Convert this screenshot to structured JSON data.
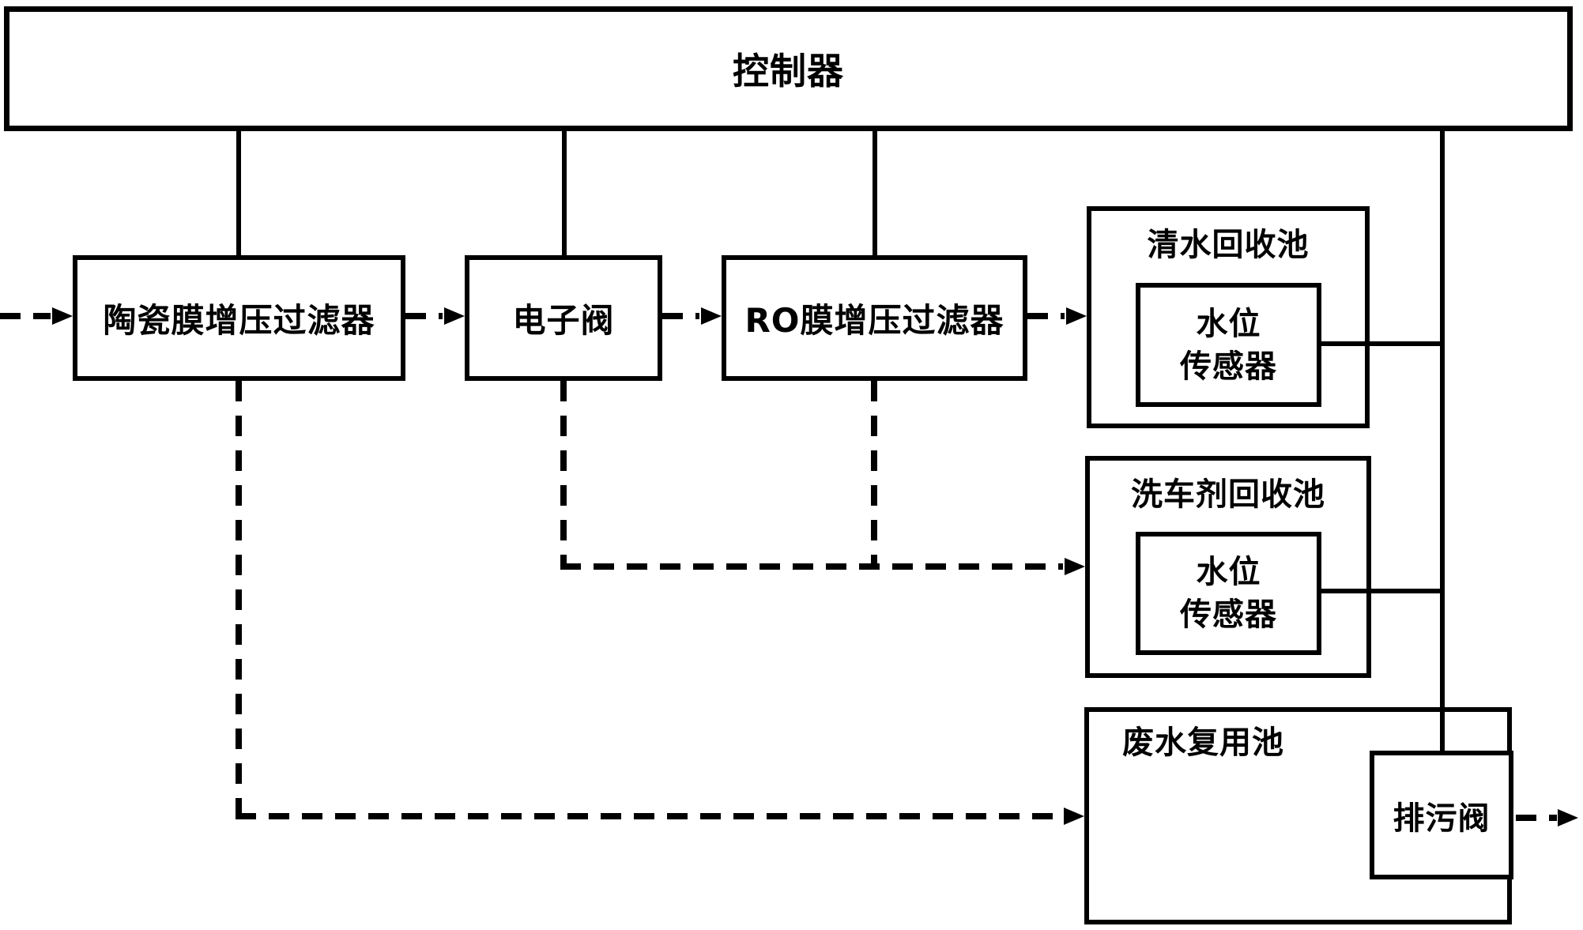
{
  "diagram": {
    "title_note": "car-wash water recycling control block diagram",
    "colors": {
      "line": "#000000",
      "background": "#ffffff"
    },
    "controller": {
      "label": "控制器"
    },
    "ceramic_filter": {
      "label": "陶瓷膜增压过滤器"
    },
    "electronic_valve": {
      "label": "电子阀"
    },
    "ro_filter": {
      "label": "RO膜增压过滤器"
    },
    "clean_water_pool": {
      "label": "清水回收池",
      "sensor_line1": "水位",
      "sensor_line2": "传感器"
    },
    "detergent_pool": {
      "label": "洗车剂回收池",
      "sensor_line1": "水位",
      "sensor_line2": "传感器"
    },
    "waste_water_pool": {
      "label": "废水复用池"
    },
    "drain_valve": {
      "label": "排污阀"
    }
  }
}
